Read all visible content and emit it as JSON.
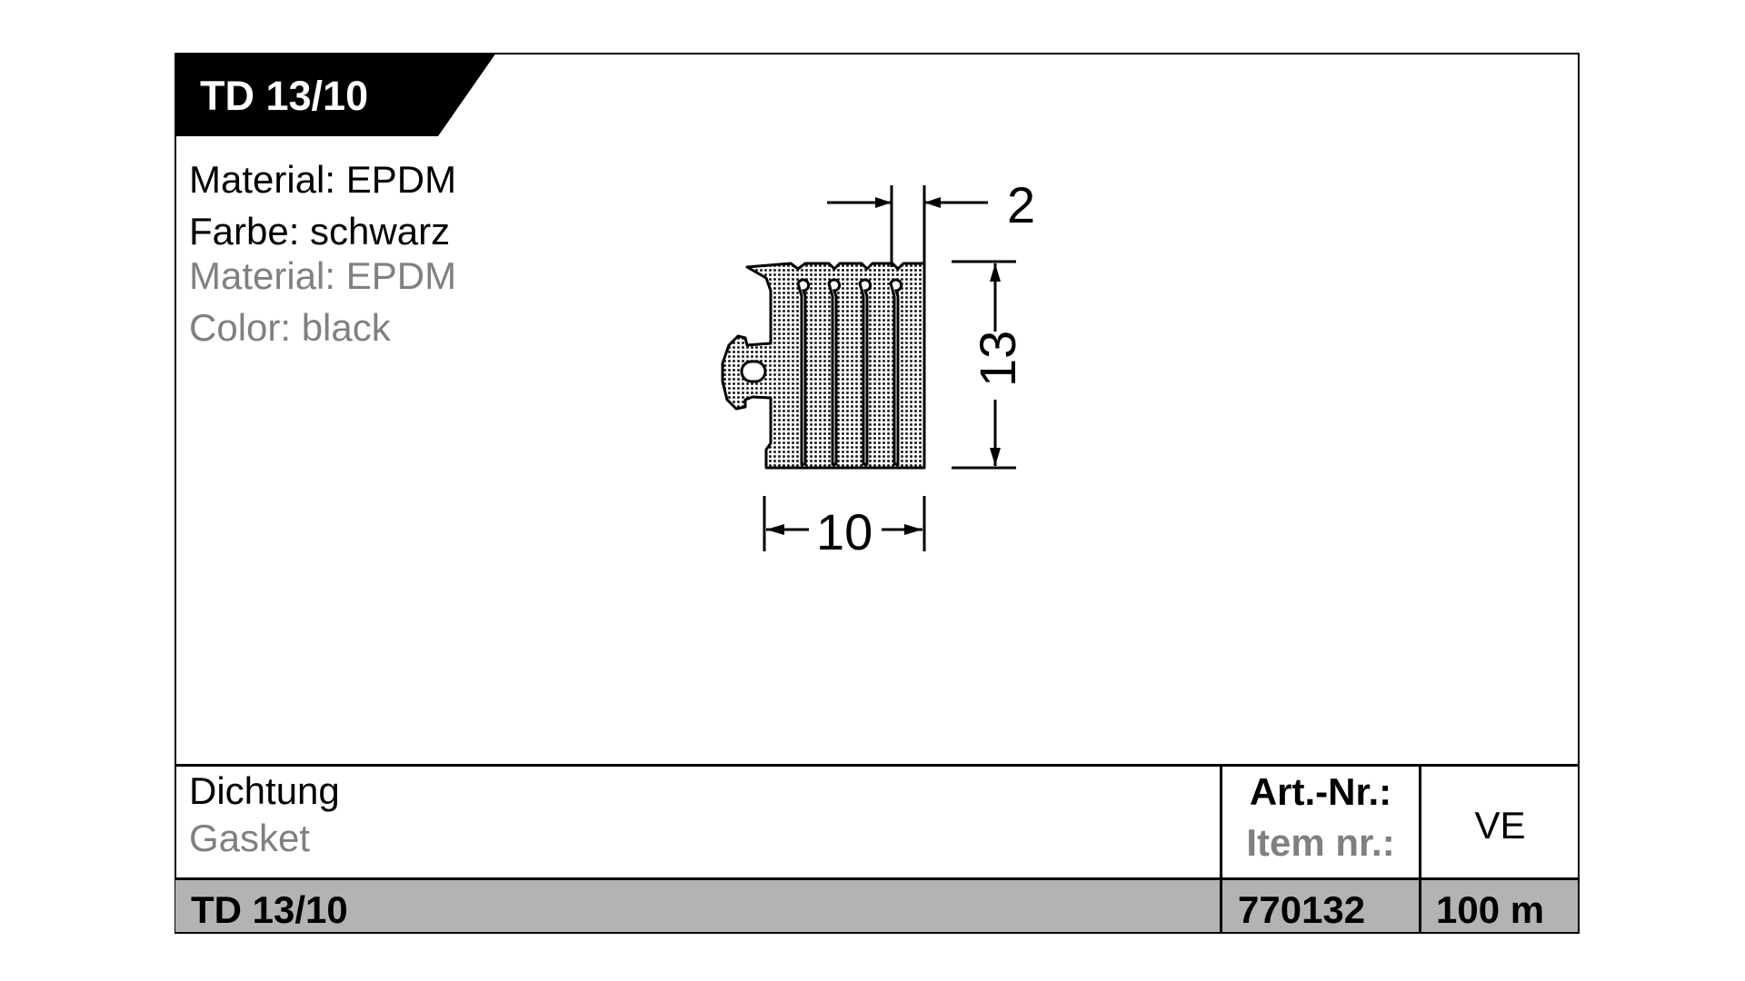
{
  "header": {
    "title": "TD 13/10"
  },
  "specs": {
    "material_de": "Material: EPDM",
    "color_de": "Farbe: schwarz",
    "material_en": "Material: EPDM",
    "color_en": "Color: black"
  },
  "drawing": {
    "dim_width": "10",
    "dim_height": "13",
    "dim_wall": "2"
  },
  "table": {
    "description_de": "Dichtung",
    "description_en": "Gasket",
    "art_nr_label_de": "Art.-Nr.:",
    "art_nr_label_en": "Item nr.:",
    "ve_label": "VE",
    "product_name": "TD 13/10",
    "article_number": "770132",
    "package_unit": "100 m"
  },
  "colors": {
    "gray_text": "#808080",
    "footer_fill": "#b3b3b3"
  }
}
